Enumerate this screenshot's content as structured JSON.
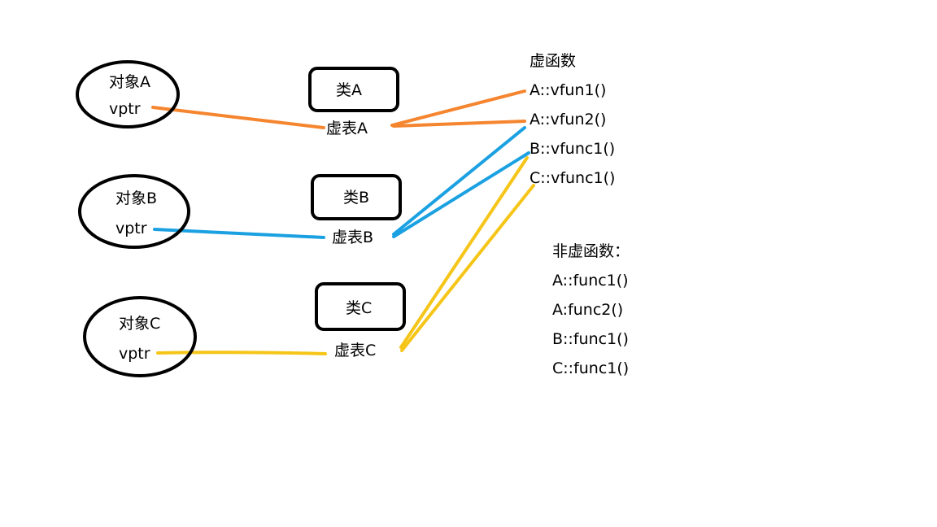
{
  "colors": {
    "a": "#f5852e",
    "b": "#1ba1e2",
    "c": "#f5c518"
  },
  "objects": [
    {
      "name": "对象A",
      "ptr": "vptr"
    },
    {
      "name": "对象B",
      "ptr": "vptr"
    },
    {
      "name": "对象C",
      "ptr": "vptr"
    }
  ],
  "classes": [
    {
      "name": "类A",
      "vtable": "虚表A"
    },
    {
      "name": "类B",
      "vtable": "虚表B"
    },
    {
      "name": "类C",
      "vtable": "虚表C"
    }
  ],
  "virtual_functions": {
    "title": "虚函数",
    "items": [
      "A::vfun1()",
      "A::vfun2()",
      "B::vfunc1()",
      "C::vfunc1()"
    ]
  },
  "non_virtual_functions": {
    "title": "非虚函数：",
    "items": [
      "A::func1()",
      "A:func2()",
      "B::func1()",
      "C::func1()"
    ]
  }
}
